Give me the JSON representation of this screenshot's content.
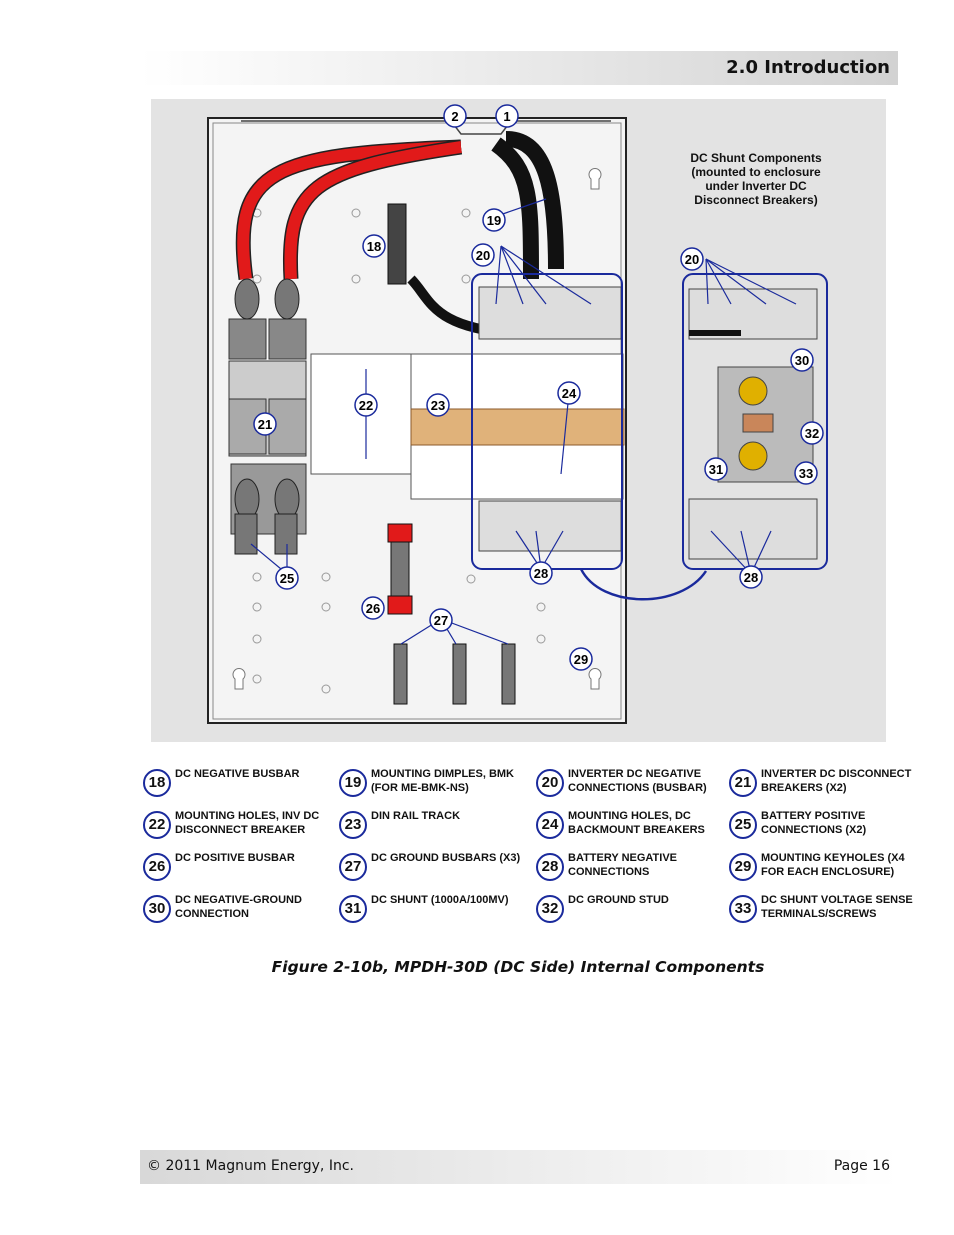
{
  "header": {
    "section_title": "2.0 Introduction"
  },
  "figure": {
    "dc_note_lines": [
      "DC Shunt Components",
      "(mounted to enclosure",
      "under Inverter DC",
      "Disconnect Breakers)"
    ],
    "callouts": [
      "1",
      "2",
      "18",
      "19",
      "20",
      "21",
      "22",
      "23",
      "24",
      "25",
      "26",
      "27",
      "28",
      "29",
      "20",
      "30",
      "31",
      "32",
      "33",
      "28"
    ]
  },
  "legend": [
    {
      "num": "18",
      "text": "DC Negative busbar"
    },
    {
      "num": "19",
      "text": "Mounting Dimples, BMK (for ME-BMK-NS)"
    },
    {
      "num": "20",
      "text": "Inverter DC Negative Connections (Busbar)"
    },
    {
      "num": "21",
      "text": "Inverter DC Disconnect Breakers (x2)"
    },
    {
      "num": "22",
      "text": "Mounting Holes, Inv DC Disconnect Breaker"
    },
    {
      "num": "23",
      "text": "DIN Rail Track"
    },
    {
      "num": "24",
      "text": "Mounting Holes, DC Backmount Breakers"
    },
    {
      "num": "25",
      "text": "Battery Positive Connections (x2)"
    },
    {
      "num": "26",
      "text": "DC Positive Busbar"
    },
    {
      "num": "27",
      "text": "DC Ground Busbars (x3)"
    },
    {
      "num": "28",
      "text": "Battery Negative Connections"
    },
    {
      "num": "29",
      "text": "Mounting Keyholes (X4 for each enclosure)"
    },
    {
      "num": "30",
      "text": "DC Negative-Ground Connection"
    },
    {
      "num": "31",
      "text": "DC Shunt (1000A/100mV)"
    },
    {
      "num": "32",
      "text": "DC Ground Stud"
    },
    {
      "num": "33",
      "text": "DC Shunt Voltage Sense Terminals/Screws"
    }
  ],
  "caption": "Figure 2-10b, MPDH-30D (DC Side) Internal Components",
  "footer": {
    "copyright": "© 2011 Magnum Energy, Inc.",
    "page": "Page 16"
  },
  "colors": {
    "callout_blue": "#1a2a9c",
    "cable_red": "#e11a1a",
    "cable_black": "#1a1a1a",
    "din_rail": "#e0b27a"
  }
}
